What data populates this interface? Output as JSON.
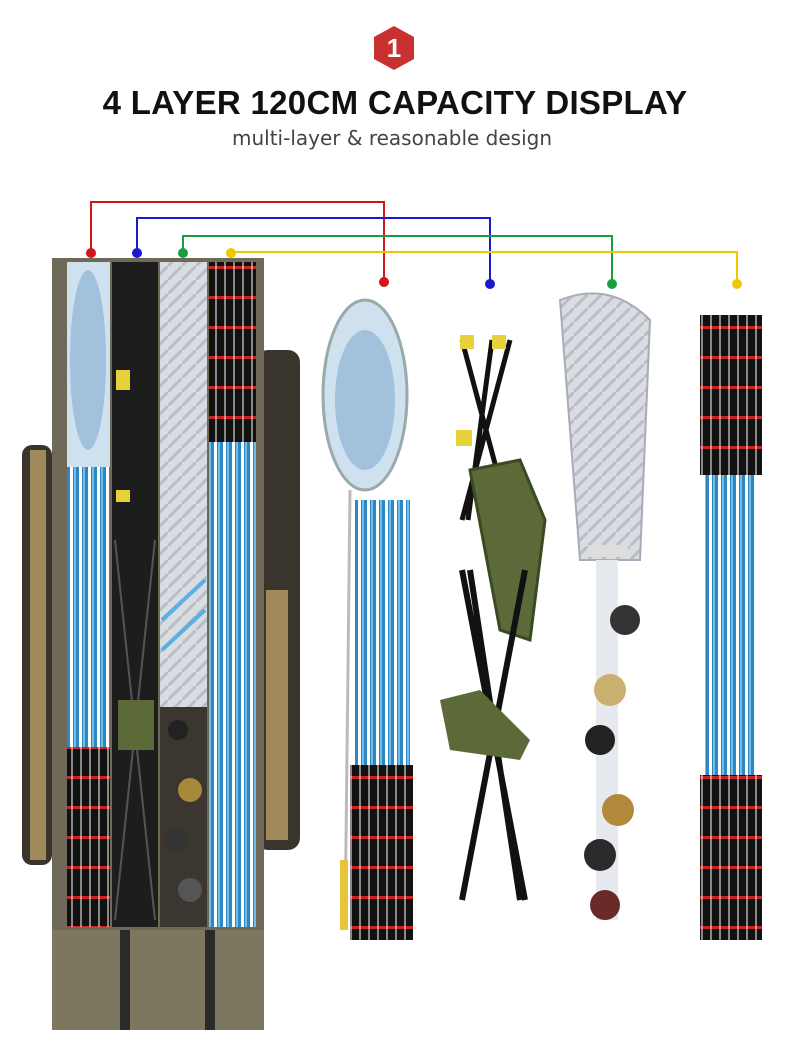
{
  "badge": {
    "number": "1",
    "color": "#c8312f"
  },
  "header": {
    "title": "4 LAYER 120CM CAPACITY DISPLAY",
    "subtitle": "multi-layer & reasonable design"
  },
  "connectors": [
    {
      "item": "landing-net",
      "color": "#d0161c"
    },
    {
      "item": "folding-stool",
      "color": "#1a1ad0"
    },
    {
      "item": "umbrella",
      "color": "#18a040"
    },
    {
      "item": "fishing-rods",
      "color": "#f0c800"
    }
  ]
}
